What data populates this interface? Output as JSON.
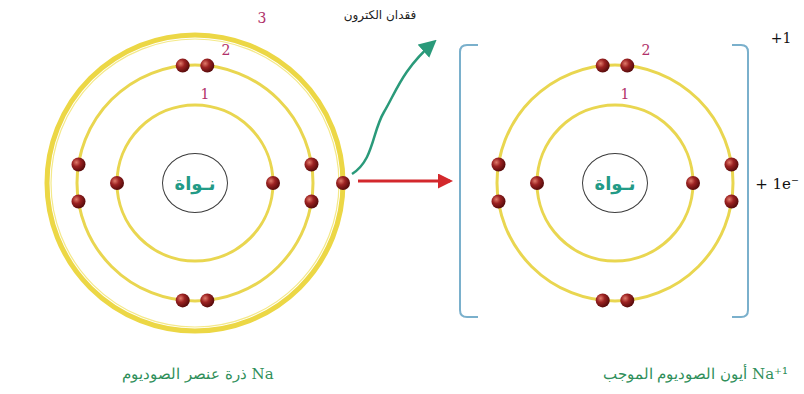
{
  "diagram": {
    "nodes": [
      {
        "text": [
          "Na ذرة عنصر الصوديوم"
        ]
      },
      {
        "text": [
          "نـواة"
        ],
        "in": 0
      },
      {
        "text": [
          "Na⁺¹ أيون الصوديوم الموجب"
        ]
      },
      {
        "text": [
          "نـواة"
        ],
        "in": 2
      }
    ],
    "edges": [
      {
        "from": 0,
        "to": 2,
        "arrow": "to"
      }
    ],
    "labels": [
      "فقدان الكترون",
      "3",
      "2",
      "1",
      "+1",
      "2",
      "1",
      "+ 1e⁻"
    ]
  }
}
